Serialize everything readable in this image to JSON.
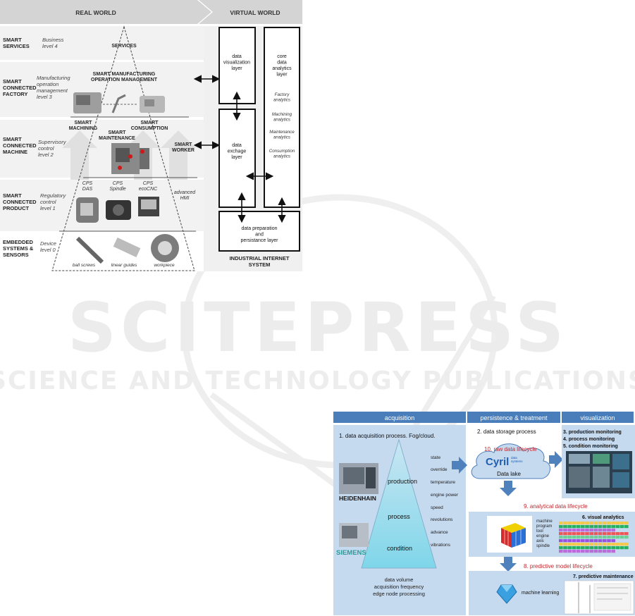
{
  "watermark": {
    "main": "SCITEPRESS",
    "sub": "SCIENCE AND TECHNOLOGY PUBLICATIONS"
  },
  "fig1": {
    "header_real": "REAL   WORLD",
    "header_virtual": "VIRTUAL   WORLD",
    "levels": [
      {
        "name": [
          "SMART",
          "SERVICES"
        ],
        "desc": [
          "Business",
          "level 4"
        ]
      },
      {
        "name": [
          "SMART",
          "CONNECTED",
          "FACTORY"
        ],
        "desc": [
          "Manufacturing",
          "operation",
          "management",
          "level 3"
        ]
      },
      {
        "name": [
          "SMART",
          "CONNECTED",
          "MACHINE"
        ],
        "desc": [
          "Supervisory",
          "control",
          "level 2"
        ]
      },
      {
        "name": [
          "SMART",
          "CONNECTED",
          "PRODUCT"
        ],
        "desc": [
          "Regulatory",
          "control",
          "level 1"
        ]
      },
      {
        "name": [
          "EMBEDDED",
          "SYSTEMS &",
          "SENSORS"
        ],
        "desc": [
          "Device",
          "level 0"
        ]
      }
    ],
    "services": "SERVICES",
    "smom": [
      "SMART MANUFACTURING",
      "OPERATION MANAGEMENT"
    ],
    "smart_machining": [
      "SMART",
      "MACHINING"
    ],
    "smart_consumption": [
      "SMART",
      "CONSUMPTION"
    ],
    "smart_maintenance": [
      "SMART",
      "MAINTENANCE"
    ],
    "smart_worker": [
      "SMART",
      "WORKER"
    ],
    "cps": [
      [
        "CPS",
        "DAS"
      ],
      [
        "CPS",
        "Spindle"
      ],
      [
        "CPS",
        "ecoCNC"
      ]
    ],
    "advanced_hmi": [
      "advanced",
      "HMI"
    ],
    "devices": [
      "ball screws",
      "linear guides",
      "workpiece"
    ],
    "box_vis": [
      "data",
      "visualization",
      "layer"
    ],
    "box_exchange": [
      "data",
      "exchage",
      "layer"
    ],
    "box_core": [
      "core",
      "data",
      "analytics",
      "layer"
    ],
    "analytics": [
      [
        "Factory",
        "analytics"
      ],
      [
        "Machining",
        "analytics"
      ],
      [
        "Maintenance",
        "analytics"
      ],
      [
        "Consumption",
        "analytics"
      ]
    ],
    "box_prep": [
      "data preparation",
      "and",
      "persistance layer"
    ],
    "iis": [
      "INDUSTRIAL INTERNET",
      "SYSTEM"
    ]
  },
  "fig2": {
    "headers": [
      "acquisition",
      "persistence & treatment",
      "visualization"
    ],
    "acq_title": "1. data acquisition process. Fog/cloud.",
    "pyramid": [
      "production",
      "process",
      "condition"
    ],
    "signals": [
      "state",
      "override",
      "temperature",
      "engine power",
      "speed",
      "revolutions",
      "advance",
      "vibrations"
    ],
    "brands": [
      "HEIDENHAIN",
      "SIEMENS"
    ],
    "bottom": [
      "data volume",
      "acquisition frequency",
      "edge node processing"
    ],
    "storage_title": "2. data storage process",
    "raw_lifecycle": "10. raw data lifecycle",
    "cyril": "Cyril",
    "cyril_small": [
      "data",
      "systems"
    ],
    "data_lake": "Data lake",
    "monitoring": [
      "3. production monitoring",
      "4. process monitoring",
      "5. condition monitoring"
    ],
    "analytical": "9. analytical data lifecycle",
    "visual_analytics": "6. visual analytics",
    "dims": [
      "machine",
      "program",
      "tool",
      "engine",
      "axis",
      "spindle"
    ],
    "predictive_lifecycle": "8. predictive model lifecycle",
    "predictive_maintenance": "7. predictive maintenance",
    "ml": "machine learning",
    "colors": {
      "header": "#4a7ebb",
      "panel": "#c5d9ef",
      "red": "#c0282d",
      "arrow": "#4f81bd"
    }
  }
}
